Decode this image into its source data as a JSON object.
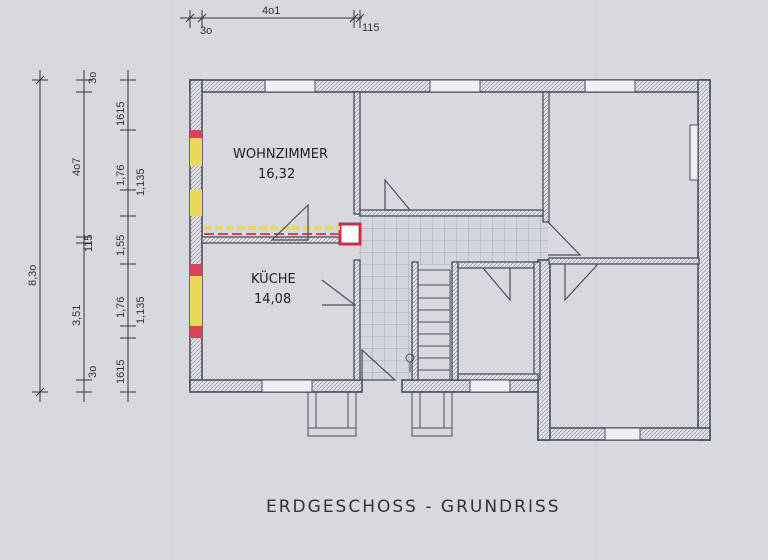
{
  "plan": {
    "title": "ERDGESCHOSS - GRUNDRISS",
    "rooms": [
      {
        "name": "WOHNZIMMER",
        "area": "16,32"
      },
      {
        "name": "KÜCHE",
        "area": "14,08"
      }
    ]
  },
  "dimensions": {
    "top": [
      "3o",
      "4o1",
      "115"
    ],
    "left_overall": "8,3o",
    "left_middle": [
      "4o7",
      "115",
      "3,51"
    ],
    "left_inner": [
      "3o",
      "1615",
      "1,76",
      "1,135",
      "1,55",
      "1,76",
      "1,135",
      "3o",
      "1615"
    ]
  },
  "colors": {
    "paper": "#d7d9df",
    "wall": "#4a4e5c",
    "window_yellow": "#e9d85c",
    "window_red": "#d9435a",
    "tile_line": "#9aa0ae"
  }
}
